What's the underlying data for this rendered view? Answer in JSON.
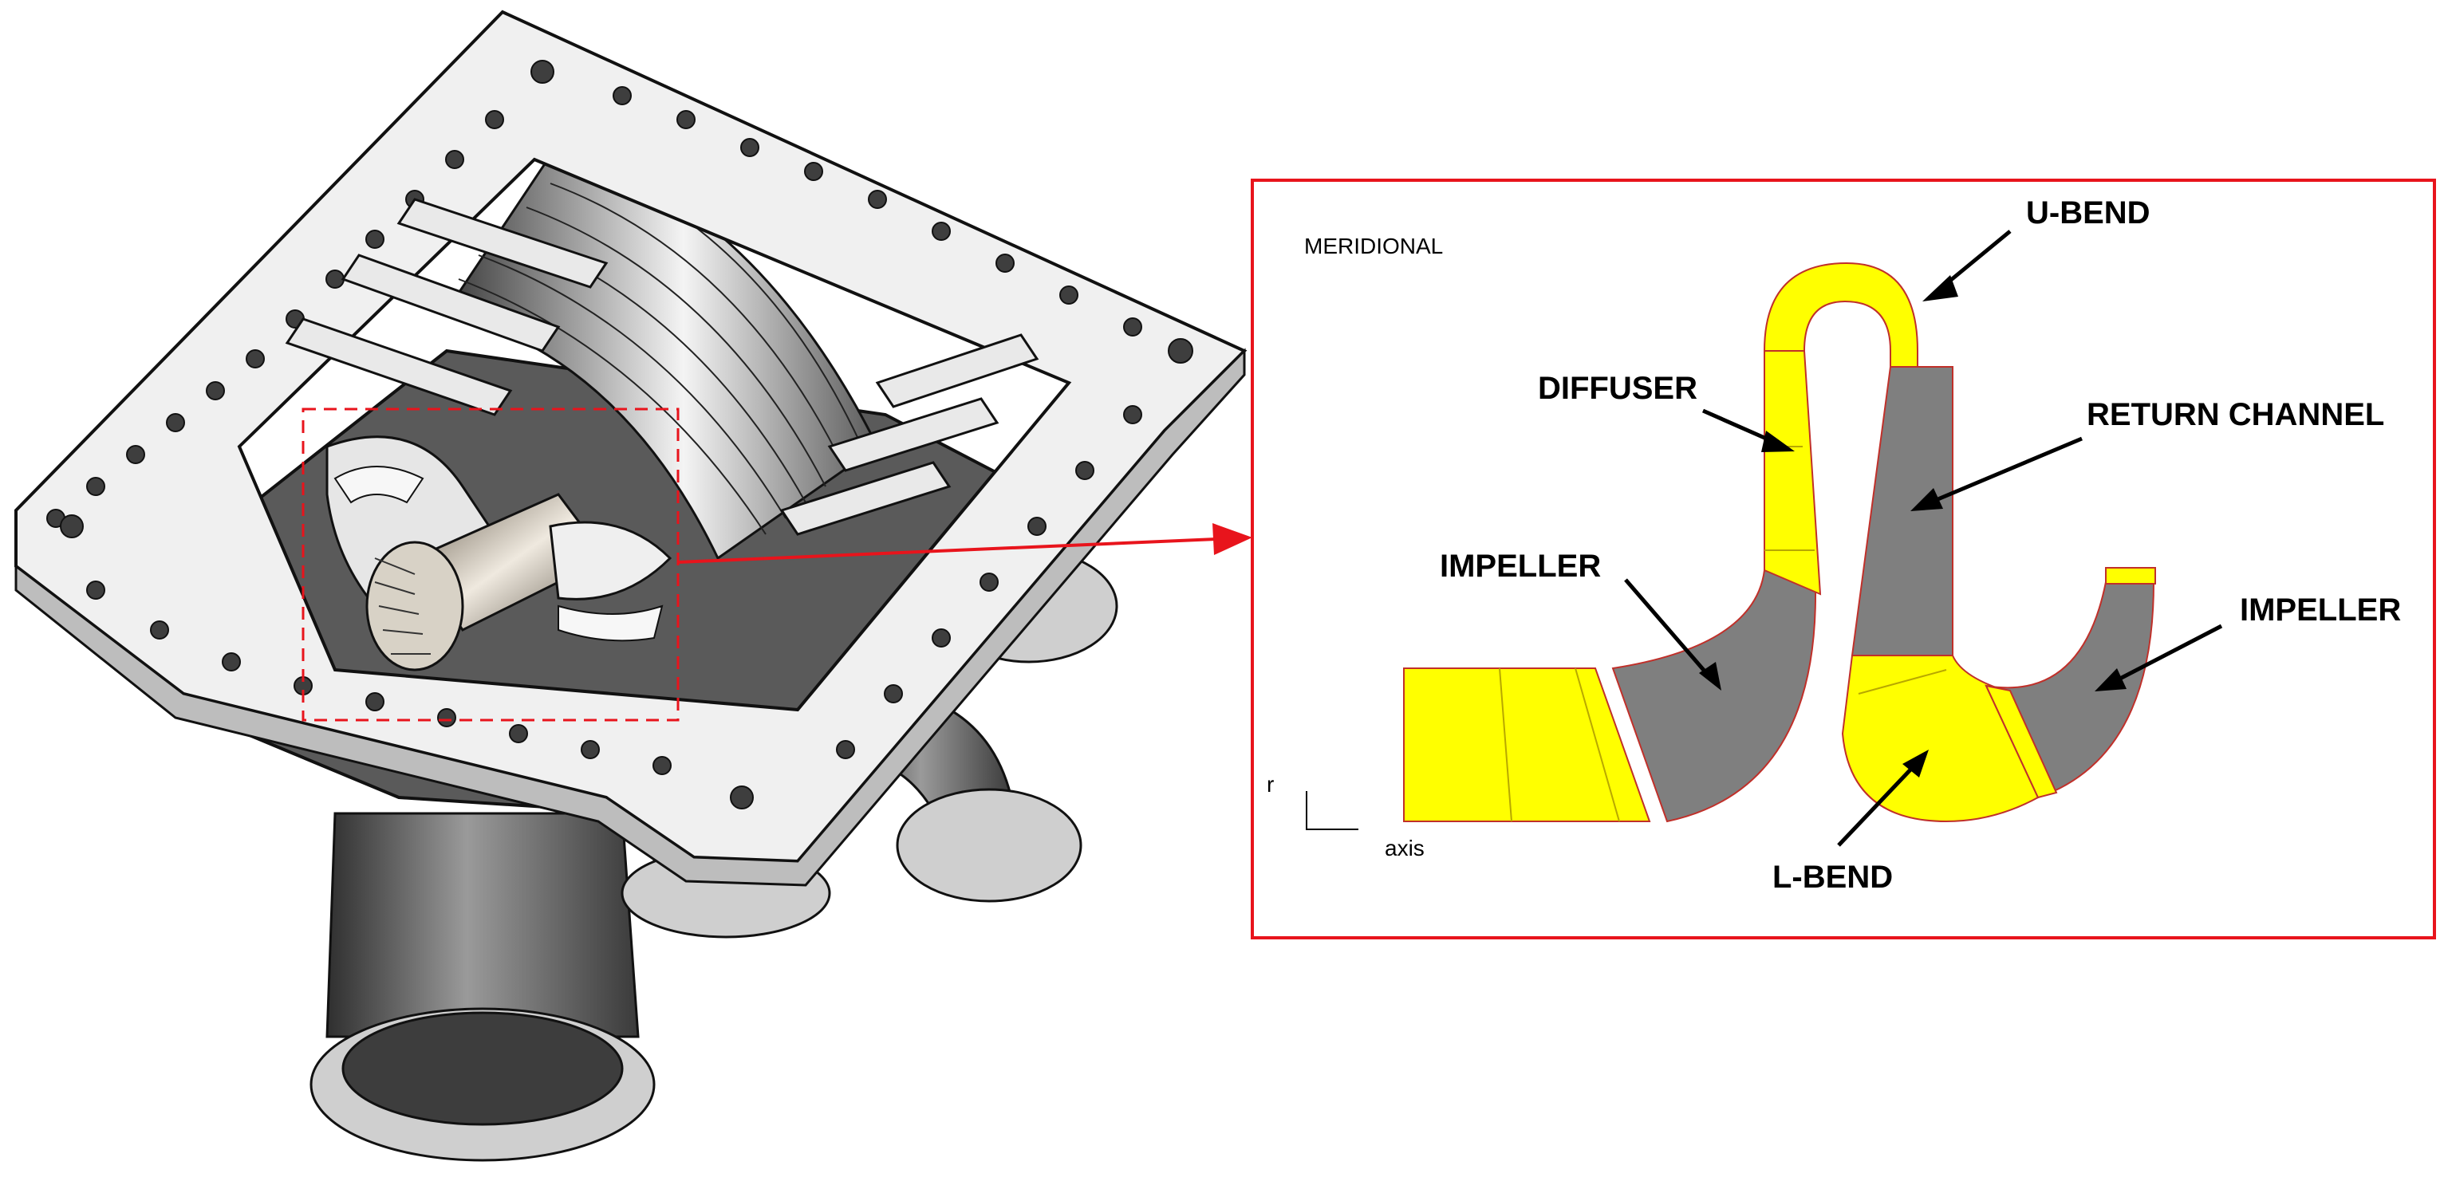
{
  "meridional_title": "MERIDIONAL",
  "axes": {
    "r_label": "r",
    "axis_label": "axis"
  },
  "labels": {
    "u_bend": "U-BEND",
    "diffuser": "DIFFUSER",
    "return_channel": "RETURN CHANNEL",
    "impeller_left": "IMPELLER",
    "impeller_right": "IMPELLER",
    "l_bend": "L-BEND"
  },
  "colors": {
    "frame": "#e8141c",
    "flow_yellow": "#ffff00",
    "flow_gray": "#7f7f7f",
    "metal_light": "#f2f2f2",
    "metal_dark": "#4a4a4a"
  }
}
